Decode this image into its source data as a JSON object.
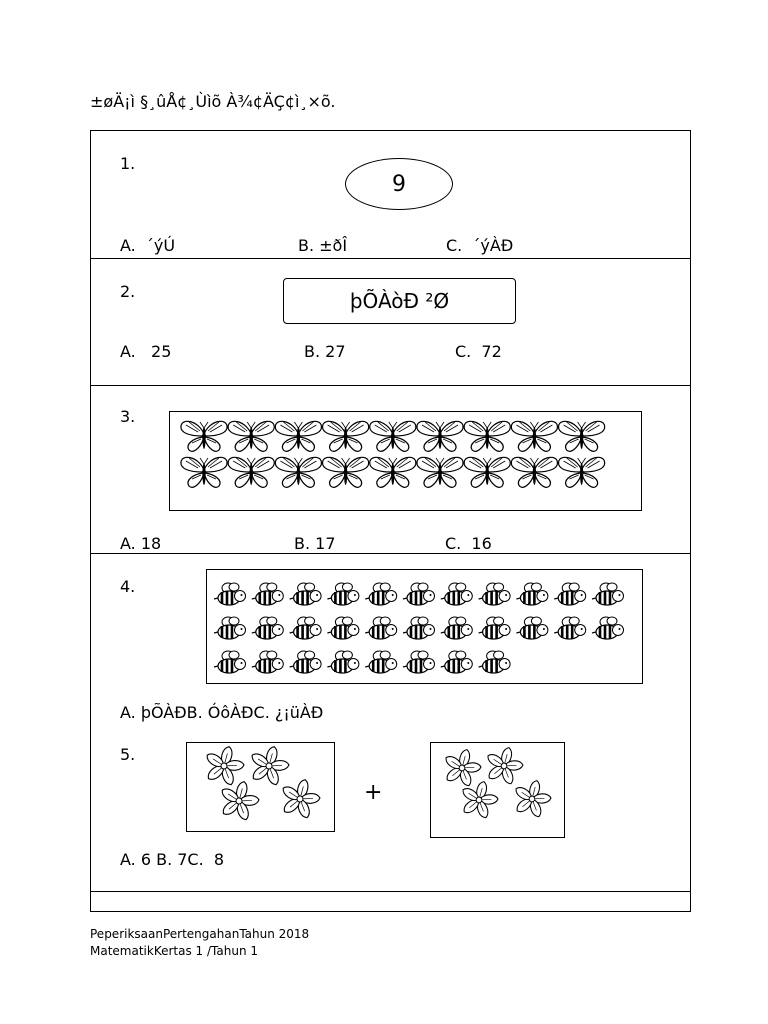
{
  "instruction": "±øÄ¡ì §¸ûÅ¢¸Ùìõ À¾¢ÄÇ¢ì¸×õ.",
  "q1": {
    "num": "1.",
    "number_shown": "9",
    "a": "A.  ´ýÚ",
    "b": "B. ±ðÎ",
    "c": "C.  ´ýÀÐ"
  },
  "q2": {
    "num": "2.",
    "word_shown": "þÕÀòÐ ²Ø",
    "a": "A.   25",
    "b": "B. 27",
    "c": "C.  72"
  },
  "q3": {
    "num": "3.",
    "picture": "butterfly-icon",
    "count_per_row": [
      9,
      9
    ],
    "a": "A. 18",
    "b": "B. 17",
    "c": "C.  16"
  },
  "q4": {
    "num": "4.",
    "picture": "bee-icon",
    "count_per_row": [
      11,
      11,
      8
    ],
    "options": "A. þÕÀÐB. ÓôÀÐC. ¿¡üÀÐ"
  },
  "q5": {
    "num": "5.",
    "picture": "flower-icon",
    "left_count": 4,
    "right_count": 4,
    "operator": "+",
    "options": "A. 6 B. 7C.  8"
  },
  "footer": {
    "line1": "PeperiksaanPertengahanTahun 2018",
    "line2": "MatematikKertas 1 /Tahun 1"
  }
}
